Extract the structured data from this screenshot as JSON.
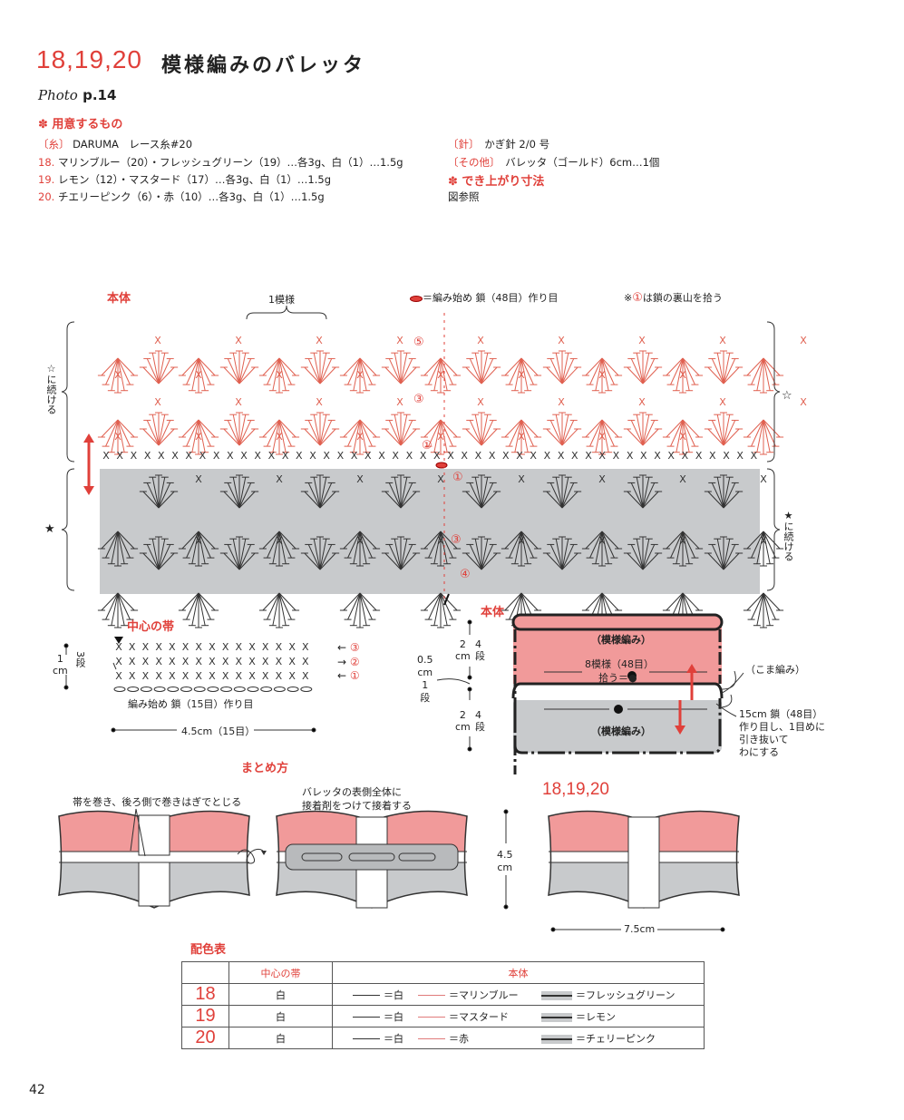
{
  "header": {
    "numbers": "18,19,20",
    "title": "模様編みのバレッタ",
    "photo_prefix": "Photo",
    "photo_page": "p.14"
  },
  "materials": {
    "heading": "✽ 用意するもの",
    "yarn_label": "〔糸〕",
    "yarn": "DARUMA　レース糸#20",
    "items": [
      {
        "num": "18.",
        "text": "マリンブルー（20）・フレッシュグリーン（19）…各3g、白（1）…1.5g"
      },
      {
        "num": "19.",
        "text": "レモン（12）・マスタード（17）…各3g、白（1）…1.5g"
      },
      {
        "num": "20.",
        "text": "チエリーピンク（6）・赤（10）…各3g、白（1）…1.5g"
      }
    ],
    "needle_label": "〔針〕",
    "needle": "かぎ針 2/0 号",
    "other_label": "〔その他〕",
    "other": "バレッタ（ゴールド）6cm…1個",
    "size_heading": "✽ でき上がり寸法",
    "size": "図参照"
  },
  "chart": {
    "title": "本体",
    "repeat_label": "1模様",
    "legend": "＝編み始め 鎖（48目）作り目",
    "note_prefix": "※",
    "note_circle": "①",
    "note": "は鎖の裏山を拾う",
    "left_top": "☆に続ける",
    "left_bottom": "★",
    "right_top": "☆",
    "right_bottom": "★に続ける",
    "row_marks": [
      "⑤",
      "③",
      "①",
      "①",
      "③",
      "④"
    ]
  },
  "band": {
    "title": "中心の帯",
    "height": "1",
    "unit": "cm",
    "rows": "3段",
    "start": "編み始め 鎖（15目）作り目",
    "width": "4.5cm（15目）",
    "arrows": [
      "←",
      "→",
      "←"
    ],
    "row_nums": [
      "③",
      "②",
      "①"
    ]
  },
  "body_diagram": {
    "title": "本体",
    "top_label": "（模様編み）",
    "bottom_label": "（模様編み）",
    "pick": "8模様（48目）",
    "pick2": "拾う＝●",
    "side": "（こま編み）",
    "chain_note": [
      "15cm 鎖（48目）",
      "作り目し、1目めに",
      "引き抜いて",
      "わにする"
    ],
    "dim_top": [
      "2",
      "cm",
      "4",
      "段"
    ],
    "dim_mid": [
      "0.5",
      "cm",
      "1",
      "段"
    ],
    "dim_bot": [
      "2",
      "cm",
      "4",
      "段"
    ]
  },
  "assembly": {
    "title": "まとめ方",
    "step1": "帯を巻き、後ろ側で巻きはぎでとじる",
    "step2": [
      "バレッタの表側全体に",
      "接着剤をつけて接着する"
    ],
    "final_label": "18,19,20",
    "height": "4.5",
    "height_unit": "cm",
    "width": "7.5cm"
  },
  "color_table": {
    "title": "配色表",
    "headers": [
      "",
      "中心の帯",
      "本体"
    ],
    "rows": [
      {
        "num": "18",
        "band": "白",
        "white": "＝白",
        "pink": "＝マリンブルー",
        "gray": "＝フレッシュグリーン"
      },
      {
        "num": "19",
        "band": "白",
        "white": "＝白",
        "pink": "＝マスタード",
        "gray": "＝レモン"
      },
      {
        "num": "20",
        "band": "白",
        "white": "＝白",
        "pink": "＝赤",
        "gray": "＝チェリーピンク"
      }
    ]
  },
  "page_number": "42",
  "colors": {
    "accent": "#e0403a",
    "pink": "#f19a9a",
    "gray": "#c8cacc"
  }
}
